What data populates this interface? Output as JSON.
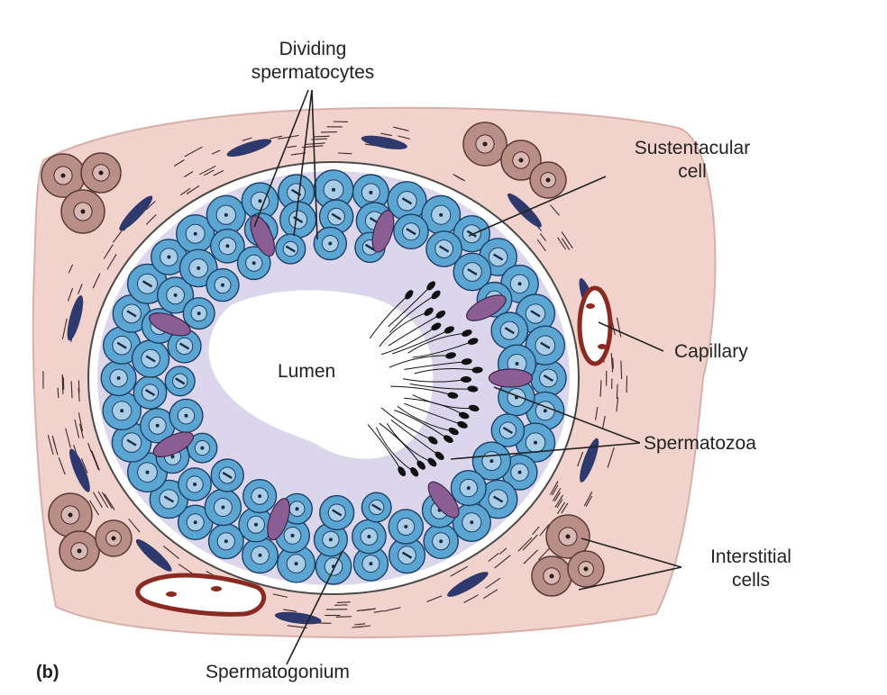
{
  "panel_label": "(b)",
  "labels": {
    "dividing_line1": "Dividing",
    "dividing_line2": "spermatocytes",
    "sustentacular_line1": "Sustentacular",
    "sustentacular_line2": "cell",
    "capillary": "Capillary",
    "lumen": "Lumen",
    "spermatozoa": "Spermatozoa",
    "interstitial_line1": "Interstitial",
    "interstitial_line2": "cells",
    "spermatogonium": "Spermatogonium"
  },
  "colors": {
    "connective_tissue": "#f2d2cc",
    "germ_cell": "#5aa5d2",
    "germ_cell_outline": "#1f3f66",
    "tubule_interior": "#dcd6ec",
    "sustentacular": "#8a5e94",
    "interstitial": "#b88e86",
    "capillary_wall": "#8a2a22",
    "fibroblast": "#2e3a6e"
  }
}
